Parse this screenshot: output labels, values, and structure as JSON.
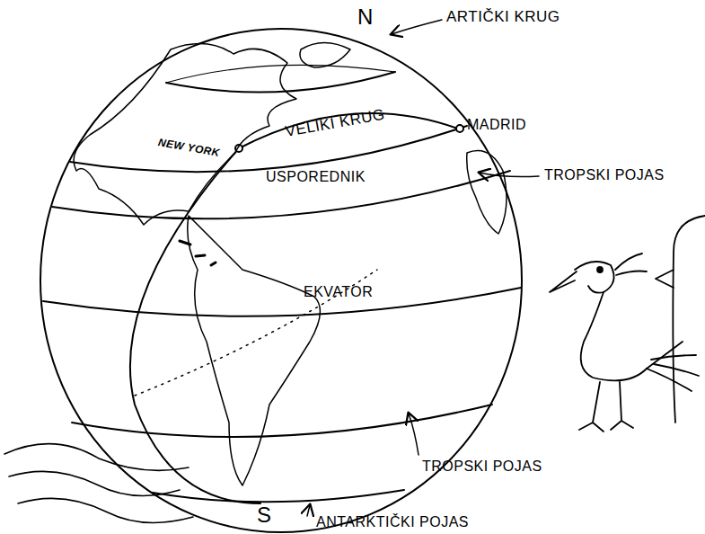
{
  "diagram": {
    "labels": [
      "N",
      "ARTIČKI KRUG",
      "MADRID",
      "NEW YORK",
      "VELIKI KRUG",
      "USPOREDNIK",
      "TROPSKI POJAS",
      "EKVATOR",
      "TROPSKI POJAS",
      "S",
      "ANTARKTIČKI POJAS"
    ]
  }
}
